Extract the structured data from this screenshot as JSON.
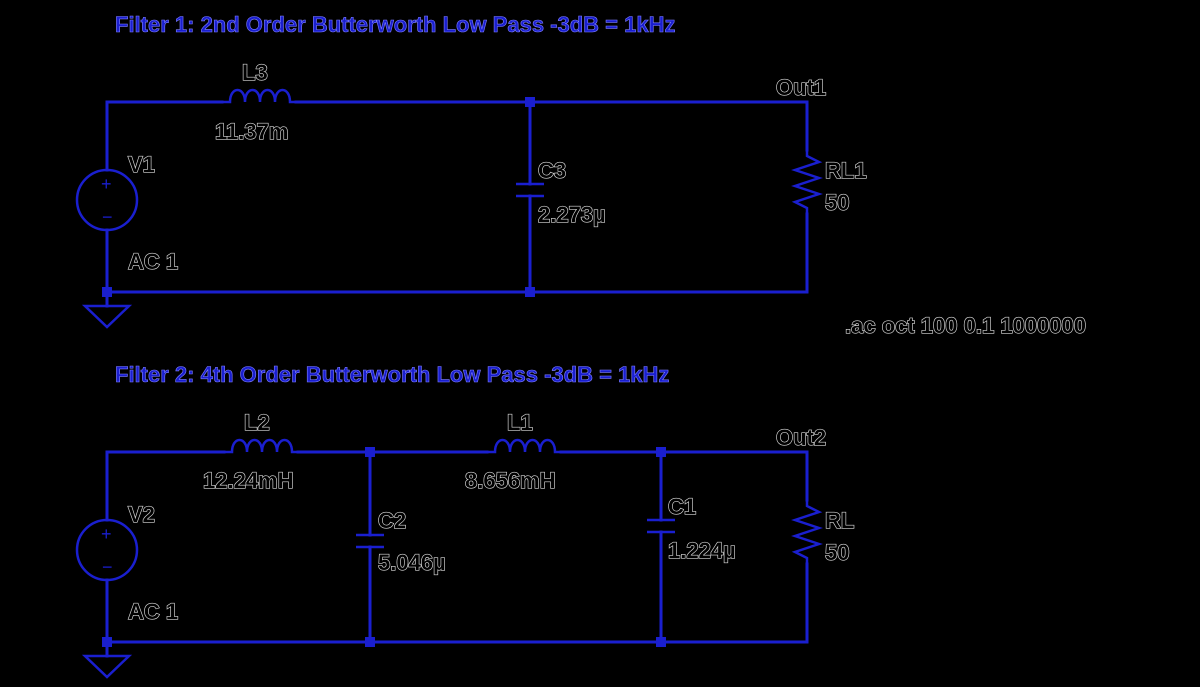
{
  "colors": {
    "wire": "#1a1fcf",
    "background": "#000000",
    "label": "#000000"
  },
  "filter1": {
    "title": "Filter 1: 2nd Order Butterworth Low Pass -3dB = 1kHz",
    "source": {
      "name": "V1",
      "value": "AC 1"
    },
    "inductor": {
      "name": "L3",
      "value": "11.37m"
    },
    "capacitor": {
      "name": "C3",
      "value": "2.273µ"
    },
    "load": {
      "name": "RL1",
      "value": "50"
    },
    "net_label": "Out1"
  },
  "spice_directive": ".ac oct 100 0.1 1000000",
  "filter2": {
    "title": "Filter 2: 4th Order Butterworth Low Pass -3dB = 1kHz",
    "source": {
      "name": "V2",
      "value": "AC 1"
    },
    "inductor_a": {
      "name": "L2",
      "value": "12.24mH"
    },
    "capacitor_a": {
      "name": "C2",
      "value": "5.046µ"
    },
    "inductor_b": {
      "name": "L1",
      "value": "8.656mH"
    },
    "capacitor_b": {
      "name": "C1",
      "value": "1.224µ"
    },
    "load": {
      "name": "RL",
      "value": "50"
    },
    "net_label": "Out2"
  }
}
